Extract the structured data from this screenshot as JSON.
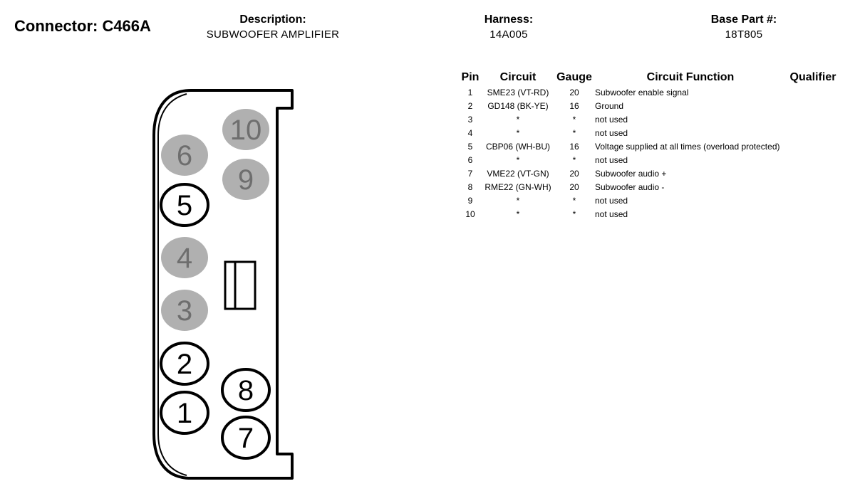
{
  "header": {
    "connector_title": "Connector: C466A",
    "description_label": "Description:",
    "description_value": "SUBWOOFER AMPLIFIER",
    "harness_label": "Harness:",
    "harness_value": "14A005",
    "base_part_label": "Base Part #:",
    "base_part_value": "18T805"
  },
  "table": {
    "columns": [
      "Pin",
      "Circuit",
      "Gauge",
      "Circuit Function",
      "Qualifier"
    ],
    "rows": [
      {
        "pin": "1",
        "circuit": "SME23 (VT-RD)",
        "gauge": "20",
        "function": "Subwoofer enable signal",
        "qualifier": ""
      },
      {
        "pin": "2",
        "circuit": "GD148 (BK-YE)",
        "gauge": "16",
        "function": "Ground",
        "qualifier": ""
      },
      {
        "pin": "3",
        "circuit": "*",
        "gauge": "*",
        "function": "not used",
        "qualifier": ""
      },
      {
        "pin": "4",
        "circuit": "*",
        "gauge": "*",
        "function": "not used",
        "qualifier": ""
      },
      {
        "pin": "5",
        "circuit": "CBP06 (WH-BU)",
        "gauge": "16",
        "function": "Voltage supplied at all times (overload protected)",
        "qualifier": ""
      },
      {
        "pin": "6",
        "circuit": "*",
        "gauge": "*",
        "function": "not used",
        "qualifier": ""
      },
      {
        "pin": "7",
        "circuit": "VME22 (VT-GN)",
        "gauge": "20",
        "function": "Subwoofer audio +",
        "qualifier": ""
      },
      {
        "pin": "8",
        "circuit": "RME22 (GN-WH)",
        "gauge": "20",
        "function": "Subwoofer audio -",
        "qualifier": ""
      },
      {
        "pin": "9",
        "circuit": "*",
        "gauge": "*",
        "function": "not used",
        "qualifier": ""
      },
      {
        "pin": "10",
        "circuit": "*",
        "gauge": "*",
        "function": "not used",
        "qualifier": ""
      }
    ]
  },
  "connector": {
    "pins": [
      {
        "label": "1",
        "used": true
      },
      {
        "label": "2",
        "used": true
      },
      {
        "label": "3",
        "used": false
      },
      {
        "label": "4",
        "used": false
      },
      {
        "label": "5",
        "used": true
      },
      {
        "label": "6",
        "used": false
      },
      {
        "label": "7",
        "used": true
      },
      {
        "label": "8",
        "used": true
      },
      {
        "label": "9",
        "used": false
      },
      {
        "label": "10",
        "used": false
      }
    ],
    "colors": {
      "outline": "#000000",
      "unused_fill": "#b0b0b0",
      "unused_text": "#6e6e6e",
      "used_fill": "#ffffff",
      "used_text": "#000000"
    }
  }
}
